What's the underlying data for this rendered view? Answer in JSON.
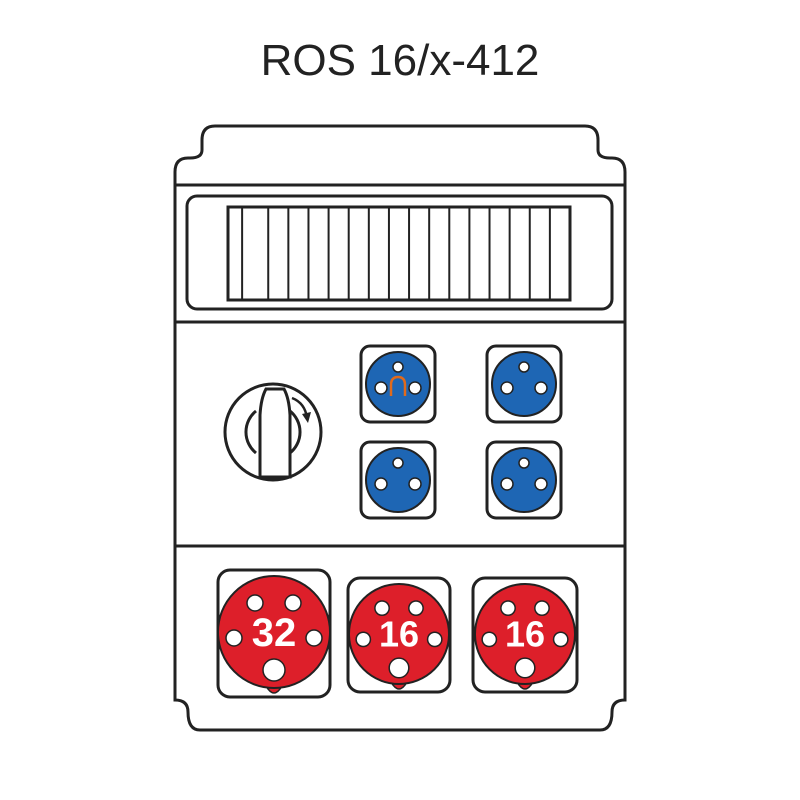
{
  "title": "ROS 16/x-412",
  "colors": {
    "blue_socket": "#1e66b4",
    "red_socket": "#dd1f2a",
    "earth_pin": "#e06a1c",
    "outline": "#222222"
  },
  "sockets_230v": [
    {
      "earth_pin": true
    },
    {
      "earth_pin": false
    },
    {
      "earth_pin": false
    },
    {
      "earth_pin": false
    }
  ],
  "sockets_400v": [
    {
      "rating": "32"
    },
    {
      "rating": "16"
    },
    {
      "rating": "16"
    }
  ]
}
